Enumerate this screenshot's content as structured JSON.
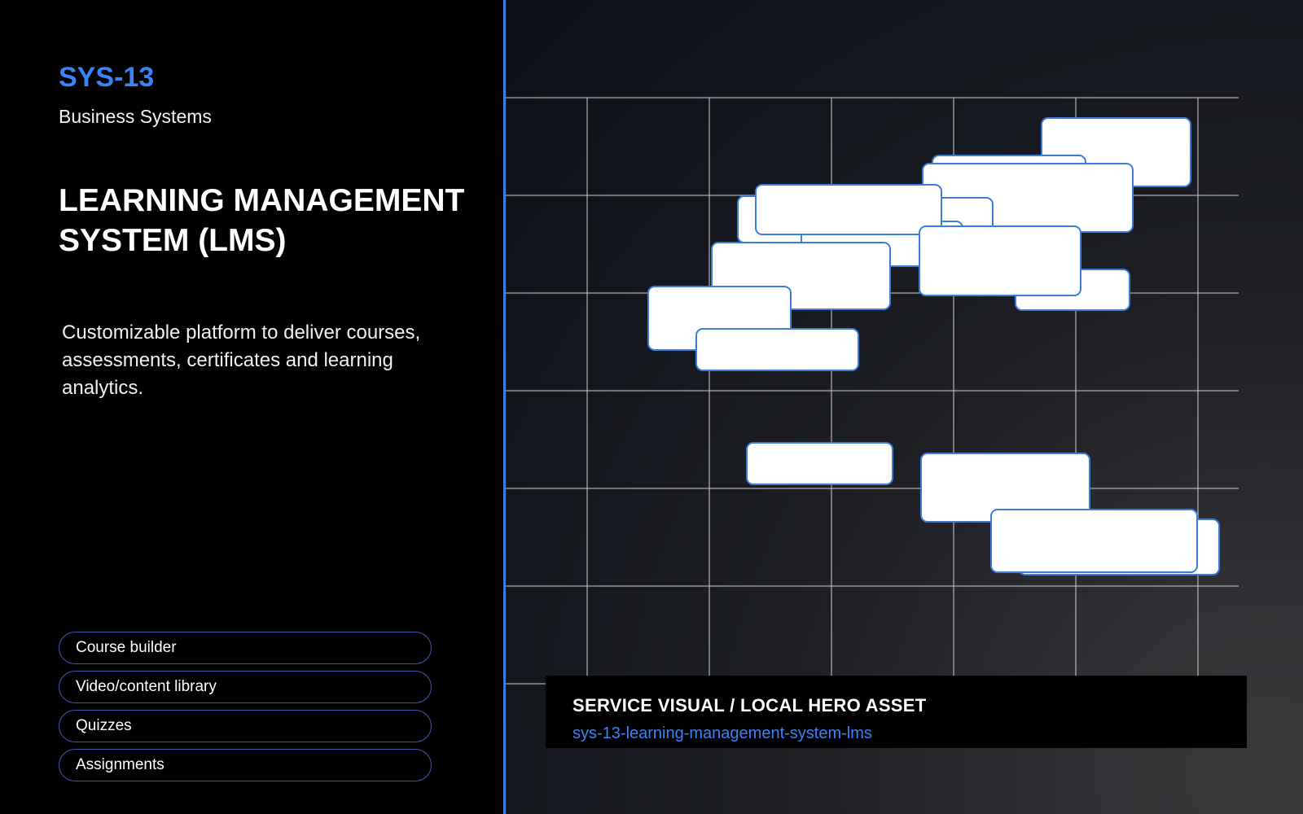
{
  "brand": {
    "code": "SYS-13",
    "category": "Business Systems"
  },
  "product": {
    "title": "LEARNING MANAGEMENT SYSTEM (LMS)",
    "description": "Customizable platform to deliver courses, assessments, certificates and learning analytics."
  },
  "features": [
    {
      "label": "Course builder"
    },
    {
      "label": "Video/content library"
    },
    {
      "label": "Quizzes"
    },
    {
      "label": "Assignments"
    }
  ],
  "caption": {
    "title": "SERVICE VISUAL  /  LOCAL HERO ASSET",
    "slug": "sys-13-learning-management-system-lms"
  },
  "colors": {
    "accent": "#3b82f6",
    "divider": "#3b7ddd",
    "pill_border": "#3f56b5",
    "card_border": "#3b7ddd",
    "grid_line": "#d0d0d0"
  }
}
